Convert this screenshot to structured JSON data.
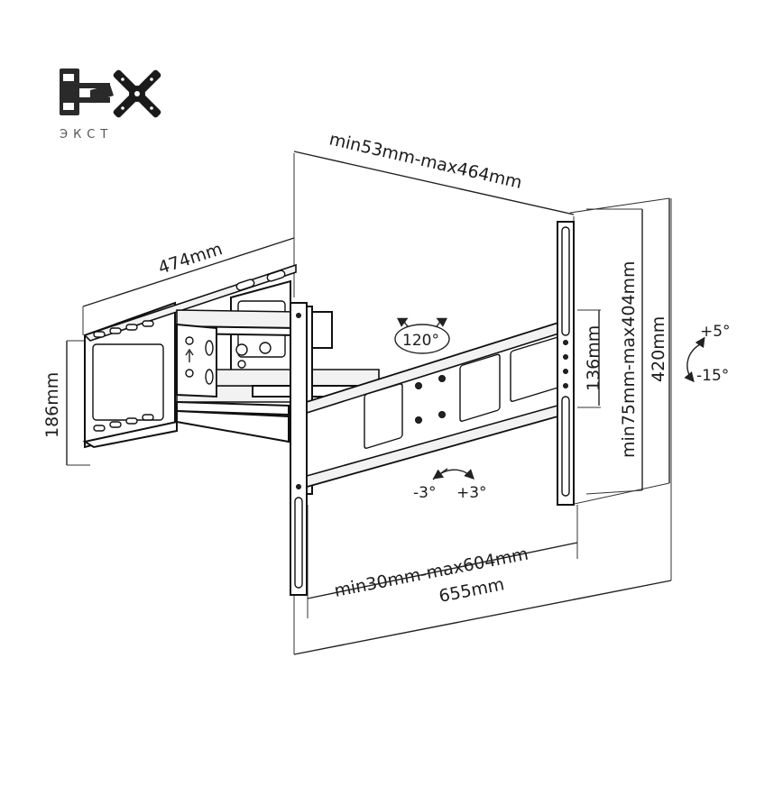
{
  "logo": {
    "icon": "tv-mount-x-logo",
    "caption": "ЭКСТ"
  },
  "dimensions": {
    "plate_depth": "min53mm-max464mm",
    "arm_length": "474mm",
    "wall_plate_height": "186mm",
    "vesa_horizontal": "min30mm-max604mm",
    "bracket_width": "655mm",
    "bracket_height": "420mm",
    "vesa_vertical": "min75mm-max404mm",
    "rail_spacing": "136mm"
  },
  "rotation": {
    "swivel": "120°",
    "tilt_up": "+5°",
    "tilt_down": "-15°",
    "level_left": "-3°",
    "level_right": "+3°"
  },
  "colors": {
    "line": "#111111",
    "background": "#ffffff"
  }
}
